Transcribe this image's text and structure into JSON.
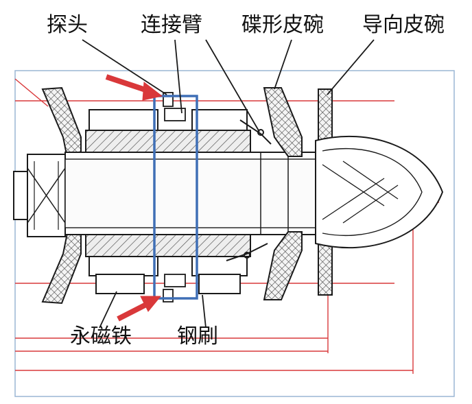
{
  "labels": {
    "probe": "探头",
    "connecting_arm": "连接臂",
    "disc_cup": "碟形皮碗",
    "guide_cup": "导向皮碗",
    "permanent_magnet": "永磁铁",
    "steel_brush": "钢刷"
  },
  "colors": {
    "annotation_red": "#d9383a",
    "highlight_blue": "#3f6fb6",
    "frame_blue": "#9ab6d4",
    "body_line": "#1a1a1a",
    "hatch_fill": "#c8c8c8"
  }
}
